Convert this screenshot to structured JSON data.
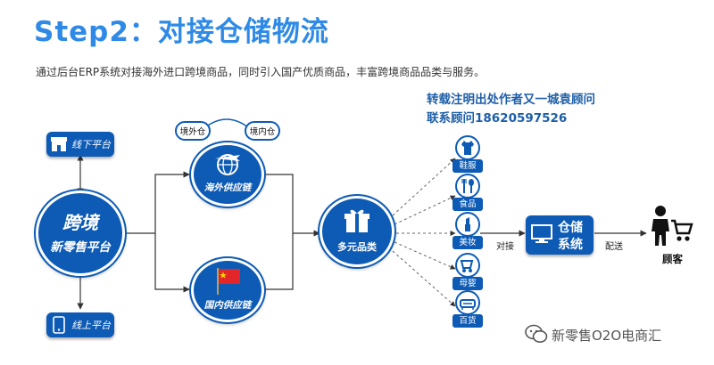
{
  "header": {
    "title": "Step2：对接仓储物流",
    "subtitle": "通过后台ERP系统对接海外进口跨境商品，同时引入国产优质商品，丰富跨境商品品类与服务。"
  },
  "watermark": {
    "line1": "转载注明出处作者又一城袁顾问",
    "line2": "联系顾问18620597526"
  },
  "nodes": {
    "offline": "线下平台",
    "online": "线上平台",
    "hub_line1": "跨境",
    "hub_line2": "新零售平台",
    "overseas_wh": "境外仓",
    "domestic_wh": "境内仓",
    "overseas_chain": "海外供应链",
    "domestic_chain": "国内供应链",
    "multi": "多元品类",
    "wh_line1": "仓储",
    "wh_line2": "系统",
    "customer": "顾客"
  },
  "categories": [
    "鞋服",
    "食品",
    "美妆",
    "母婴",
    "百货"
  ],
  "edges": {
    "connect": "对接",
    "deliver": "配送"
  },
  "footer": {
    "brand": "新零售O2O电商汇"
  },
  "colors": {
    "primary": "#0d5bb5",
    "title": "#2e8ae6",
    "watermark": "#1f5fa8"
  }
}
